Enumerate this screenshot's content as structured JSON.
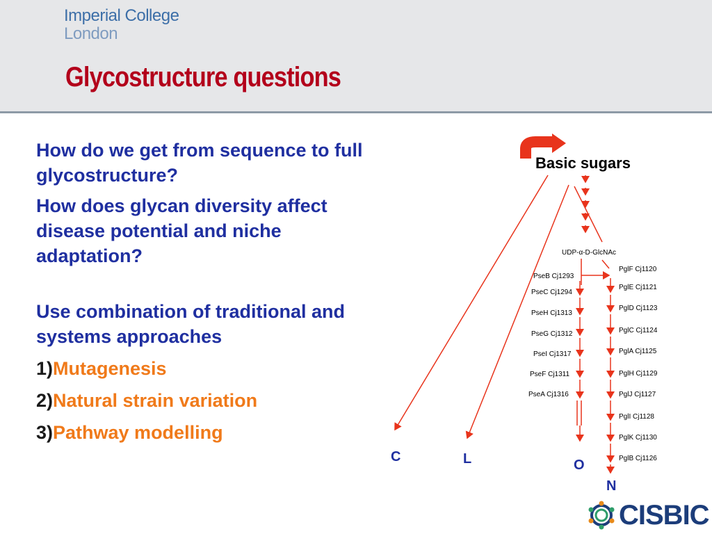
{
  "header": {
    "logo_line1": "Imperial College",
    "logo_line2": "London",
    "title": "Glycostructure questions"
  },
  "questions": [
    "How do we get from sequence to full glycostructure?",
    "How does glycan diversity affect disease potential and niche adaptation?"
  ],
  "approach": "Use combination of traditional and systems approaches",
  "approach_items": [
    {
      "num": "1)",
      "text": "Mutagenesis"
    },
    {
      "num": "2)",
      "text": "Natural strain variation"
    },
    {
      "num": "3)",
      "text": "Pathway modelling"
    }
  ],
  "diagram": {
    "basic_sugars": "Basic sugars",
    "udp": "UDP-α-D-GlcNAc",
    "pse_genes": [
      "PseB Cj1293",
      "PseC Cj1294",
      "PseH Cj1313",
      "PseG Cj1312",
      "PseI Cj1317",
      "PseF Cj1311",
      "PseA Cj1316"
    ],
    "pgl_genes": [
      "PglF Cj1120",
      "PglE Cj1121",
      "PglD Cj1123",
      "PglC Cj1124",
      "PglA Cj1125",
      "PglH Cj1129",
      "PglJ Cj1127",
      "PglI Cj1128",
      "PglK Cj1130",
      "PglB Cj1126"
    ],
    "outputs": {
      "c": "C",
      "l": "L",
      "o": "O",
      "n": "N"
    }
  },
  "footer": {
    "logo": "CISBIC"
  },
  "colors": {
    "title": "#b3001b",
    "question": "#1f2fa0",
    "highlight": "#f07a1a",
    "arrow": "#e8341c"
  }
}
